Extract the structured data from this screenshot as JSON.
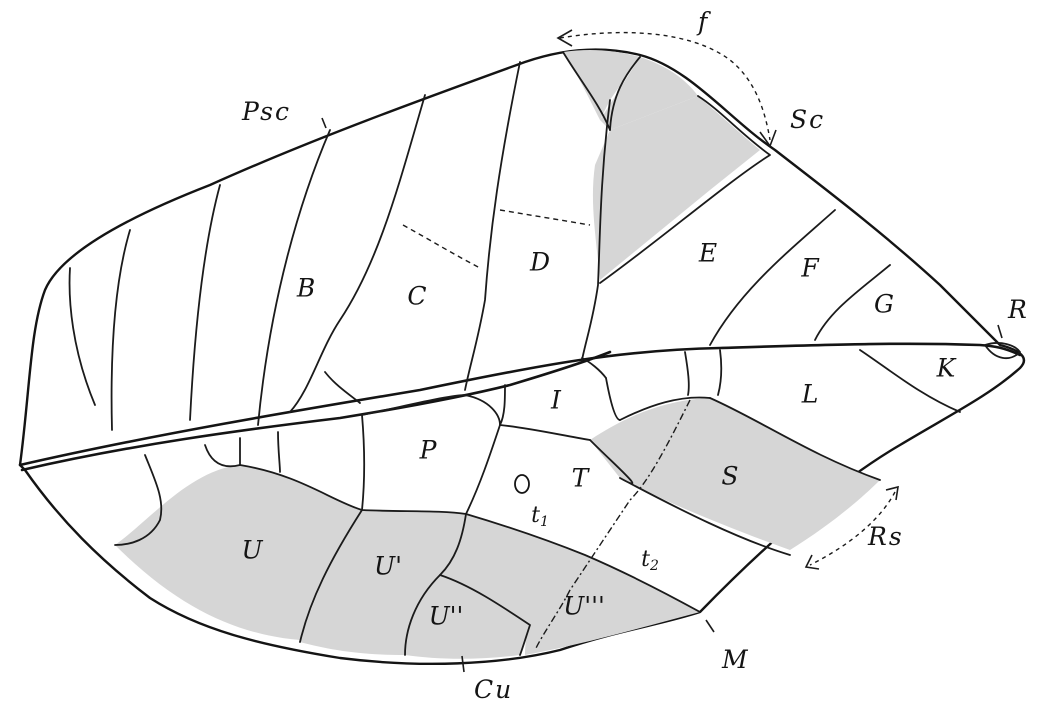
{
  "diagram": {
    "cells": {
      "B": "B",
      "C": "C",
      "D": "D",
      "E": "E",
      "F": "F",
      "G": "G",
      "K": "K",
      "L": "L",
      "I": "I",
      "P": "P",
      "T": "T",
      "S": "S",
      "U": "U",
      "U1": "U'",
      "U2": "U''",
      "U3": "U'''",
      "t1": "t",
      "t1_sub": "1",
      "t2": "t",
      "t2_sub": "2"
    },
    "veins": {
      "Psc": "Psc",
      "Sc": "Sc",
      "f": "f",
      "R": "R",
      "Rs": "Rs",
      "M": "M",
      "Cu": "Cu"
    },
    "shading": {
      "color": "#d6d6d6"
    }
  }
}
